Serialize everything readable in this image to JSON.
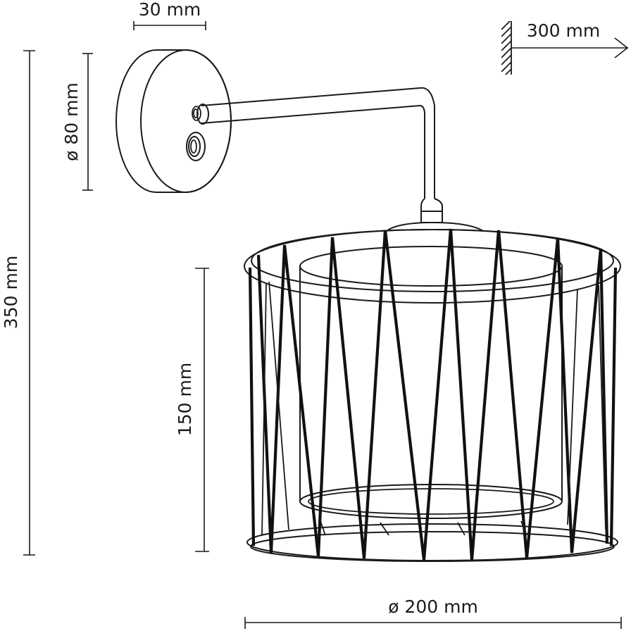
{
  "dimensions": {
    "mount_depth": "30 mm",
    "mount_diameter": "ø 80 mm",
    "total_height": "350 mm",
    "shade_height": "150 mm",
    "shade_diameter": "ø 200 mm",
    "wall_distance": "300 mm"
  },
  "colors": {
    "line": "#1a1a1a",
    "background": "#ffffff"
  },
  "icons": [
    "wall-hatch-icon",
    "arrow-right-icon"
  ]
}
